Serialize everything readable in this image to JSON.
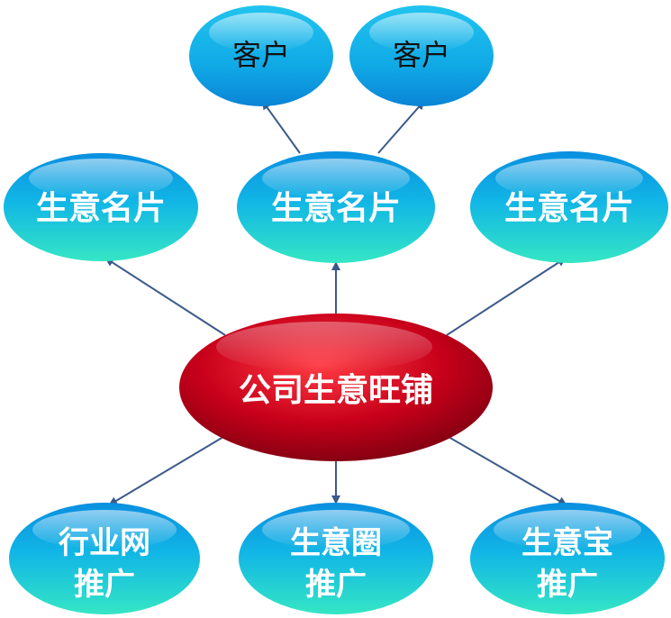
{
  "diagram": {
    "center": {
      "label": "公司生意旺铺"
    },
    "cards": [
      {
        "label": "生意名片"
      },
      {
        "label": "生意名片"
      },
      {
        "label": "生意名片"
      }
    ],
    "customers": [
      {
        "label": "客户"
      },
      {
        "label": "客户"
      }
    ],
    "promotions": [
      {
        "line1": "行业网",
        "line2": "推广"
      },
      {
        "line1": "生意圈",
        "line2": "推广"
      },
      {
        "line1": "生意宝",
        "line2": "推广"
      }
    ],
    "colors": {
      "center_fill": "#c8001a",
      "node_fill_top": "#0aa6e6",
      "node_fill_bottom": "#2fe0c4",
      "customer_fill": "#14b6e8",
      "arrow": "#3b5a8a"
    }
  }
}
